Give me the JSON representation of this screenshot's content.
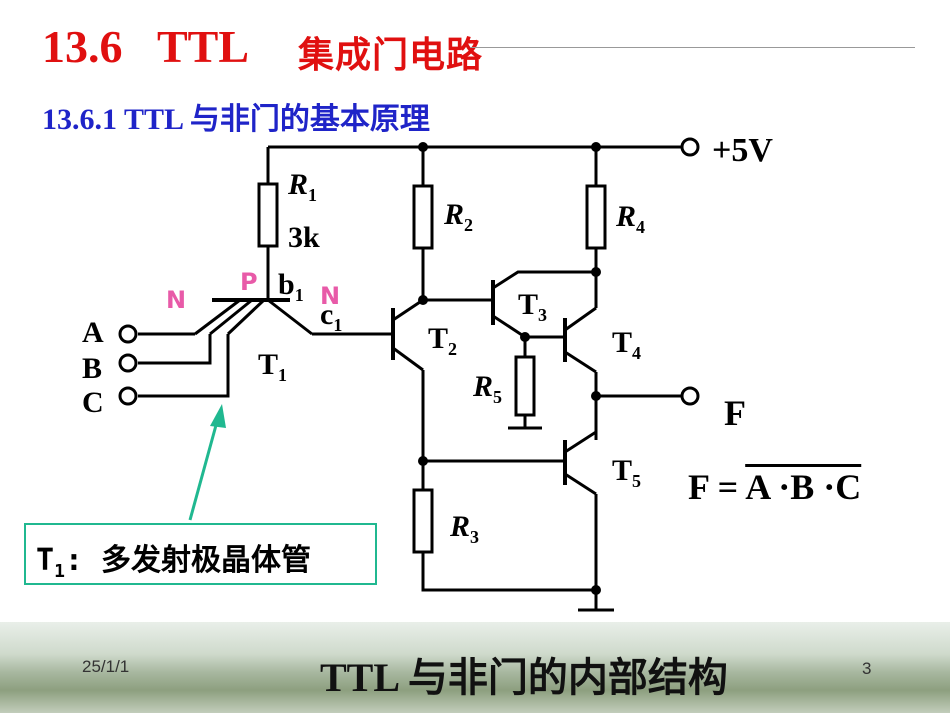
{
  "slide": {
    "title_number": "13.6",
    "title_ttl": "TTL",
    "title_chinese": "集成门电路",
    "subtitle": "13.6.1 TTL 与非门的基本原理"
  },
  "circuit": {
    "supply": "+5V",
    "r1_name": "R",
    "r1_sub": "1",
    "r1_value": "3k",
    "r2_name": "R",
    "r2_sub": "2",
    "r3_name": "R",
    "r3_sub": "3",
    "r4_name": "R",
    "r4_sub": "4",
    "r5_name": "R",
    "r5_sub": "5",
    "t1_name": "T",
    "t1_sub": "1",
    "t2_name": "T",
    "t2_sub": "2",
    "t3_name": "T",
    "t3_sub": "3",
    "t4_name": "T",
    "t4_sub": "4",
    "t5_name": "T",
    "t5_sub": "5",
    "input_a": "A",
    "input_b": "B",
    "input_c": "C",
    "output": "F",
    "n_left": "N",
    "p_region": "P",
    "n_right": "N",
    "b1_name": "b",
    "b1_sub": "1",
    "c1_name": "c",
    "c1_sub": "1"
  },
  "callout": {
    "t_name": "T",
    "t_sub": "1",
    "text": ": 多发射极晶体管"
  },
  "formula": {
    "lhs": "F",
    "equals": "=",
    "rhs": "A ·B ·C"
  },
  "footer": {
    "date": "25/1/1",
    "title": "TTL 与非门的内部结构",
    "page": "3"
  },
  "colors": {
    "title": "#e01010",
    "subtitle": "#1f24c8",
    "pn_label": "#e85aa8",
    "callout_border": "#20b890"
  }
}
